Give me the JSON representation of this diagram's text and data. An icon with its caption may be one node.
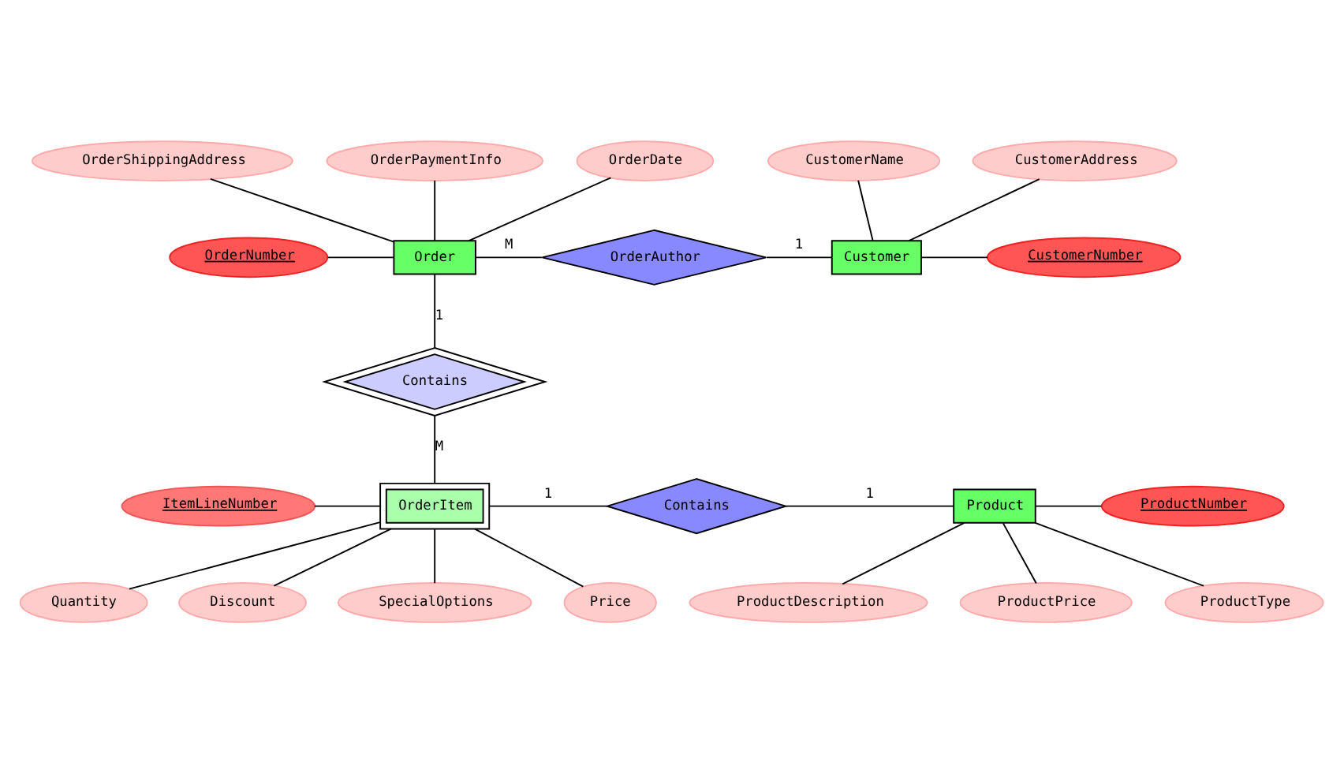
{
  "diagram": {
    "nodes": [
      {
        "text": [
          "OrderShippingAddress"
        ]
      },
      {
        "text": [
          "CustomerName"
        ]
      },
      {
        "text": [
          "OrderPaymentInfo"
        ]
      },
      {
        "text": [
          "CustomerAddress"
        ]
      },
      {
        "text": [
          "OrderDate"
        ]
      },
      {
        "text": [
          "OrderNumber"
        ]
      },
      {
        "text": [
          "Order"
        ]
      },
      {
        "text": [
          "OrderAuthor"
        ]
      },
      {
        "text": [
          "Customer"
        ]
      },
      {
        "text": [
          "CustomerNumber"
        ]
      },
      {
        "text": [
          "Contains"
        ]
      },
      {
        "text": [
          "Contains"
        ]
      },
      {
        "text": [
          "Product"
        ]
      },
      {
        "text": [
          "ProductNumber"
        ]
      },
      {
        "text": [
          "ItemLineNumber"
        ]
      },
      {
        "text": [
          "OrderItem"
        ]
      },
      {
        "text": [
          "ProductDescription"
        ]
      },
      {
        "text": [
          "Quantity"
        ]
      },
      {
        "text": [
          "Discount"
        ]
      },
      {
        "text": [
          "ProductPrice"
        ]
      },
      {
        "text": [
          "SpecialOptions"
        ]
      },
      {
        "text": [
          "ProductType"
        ]
      },
      {
        "text": [
          "Price"
        ]
      }
    ],
    "edges": [
      {
        "from": 6,
        "to": 0,
        "arrow": "none"
      },
      {
        "from": 6,
        "to": 2,
        "arrow": "none"
      },
      {
        "from": 6,
        "to": 4,
        "arrow": "none"
      },
      {
        "from": 6,
        "to": 5,
        "arrow": "none"
      },
      {
        "from": 6,
        "to": 7,
        "arrow": "none",
        "label": "M"
      },
      {
        "from": 7,
        "to": 8,
        "arrow": "none",
        "label": "1"
      },
      {
        "from": 8,
        "to": 1,
        "arrow": "none"
      },
      {
        "from": 8,
        "to": 3,
        "arrow": "none"
      },
      {
        "from": 8,
        "to": 9,
        "arrow": "none"
      },
      {
        "from": 6,
        "to": 10,
        "arrow": "none",
        "label": "1"
      },
      {
        "from": 10,
        "to": 15,
        "arrow": "none",
        "label": "M"
      },
      {
        "from": 15,
        "to": 11,
        "arrow": "none",
        "label": "1"
      },
      {
        "from": 11,
        "to": 12,
        "arrow": "none",
        "label": "1"
      },
      {
        "from": 12,
        "to": 13,
        "arrow": "none"
      },
      {
        "from": 15,
        "to": 14,
        "arrow": "none"
      },
      {
        "from": 15,
        "to": 17,
        "arrow": "none"
      },
      {
        "from": 15,
        "to": 20,
        "arrow": "none"
      },
      {
        "from": 15,
        "to": 22,
        "arrow": "none"
      },
      {
        "from": 15,
        "to": 18,
        "arrow": "none"
      },
      {
        "from": 12,
        "to": 19,
        "arrow": "none"
      },
      {
        "from": 12,
        "to": 21,
        "arrow": "none"
      },
      {
        "from": 12,
        "to": 16,
        "arrow": "none"
      }
    ]
  }
}
